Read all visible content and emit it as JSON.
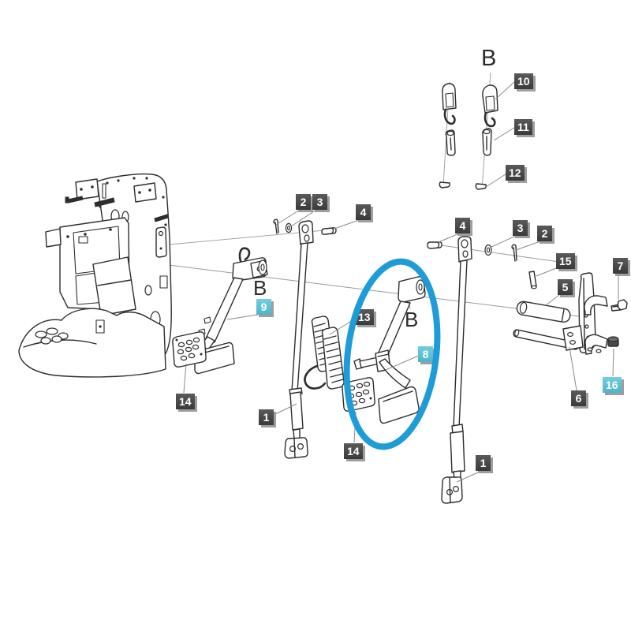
{
  "figure": {
    "kind": "exploded parts diagram",
    "description": "Tractor pedal / brake linkage exploded view with numbered callouts",
    "background": "#ffffff"
  },
  "colors": {
    "callout_dark_bg": "#454545",
    "callout_highlight_bg": "#5cc1d6",
    "callout_text": "#ffffff",
    "highlight_ellipse_stroke": "#1e9cd8",
    "line_art": "#2d2d2d",
    "leader_line": "#8a8a8a"
  },
  "highlighted_parts": [
    "8",
    "9",
    "16"
  ],
  "callouts": [
    {
      "id": "2-left",
      "text": "2",
      "style": "dark"
    },
    {
      "id": "3-left",
      "text": "3",
      "style": "dark"
    },
    {
      "id": "4-left",
      "text": "4",
      "style": "dark"
    },
    {
      "id": "4-right",
      "text": "4",
      "style": "dark"
    },
    {
      "id": "3-right",
      "text": "3",
      "style": "dark"
    },
    {
      "id": "2-right",
      "text": "2",
      "style": "dark"
    },
    {
      "id": "10",
      "text": "10",
      "style": "dark"
    },
    {
      "id": "11",
      "text": "11",
      "style": "dark"
    },
    {
      "id": "12",
      "text": "12",
      "style": "dark"
    },
    {
      "id": "15",
      "text": "15",
      "style": "dark"
    },
    {
      "id": "5",
      "text": "5",
      "style": "dark"
    },
    {
      "id": "7",
      "text": "7",
      "style": "dark"
    },
    {
      "id": "16",
      "text": "16",
      "style": "highlight"
    },
    {
      "id": "6",
      "text": "6",
      "style": "dark"
    },
    {
      "id": "9",
      "text": "9",
      "style": "highlight"
    },
    {
      "id": "13",
      "text": "13",
      "style": "dark"
    },
    {
      "id": "8",
      "text": "8",
      "style": "highlight"
    },
    {
      "id": "14-left",
      "text": "14",
      "style": "dark"
    },
    {
      "id": "14-right",
      "text": "14",
      "style": "dark"
    },
    {
      "id": "1-left",
      "text": "1",
      "style": "dark"
    },
    {
      "id": "1-right",
      "text": "1",
      "style": "dark"
    }
  ],
  "ref_letters": [
    {
      "id": "B-top",
      "text": "B"
    },
    {
      "id": "B-pedal-left",
      "text": "B"
    },
    {
      "id": "B-pedal-center",
      "text": "B"
    }
  ]
}
